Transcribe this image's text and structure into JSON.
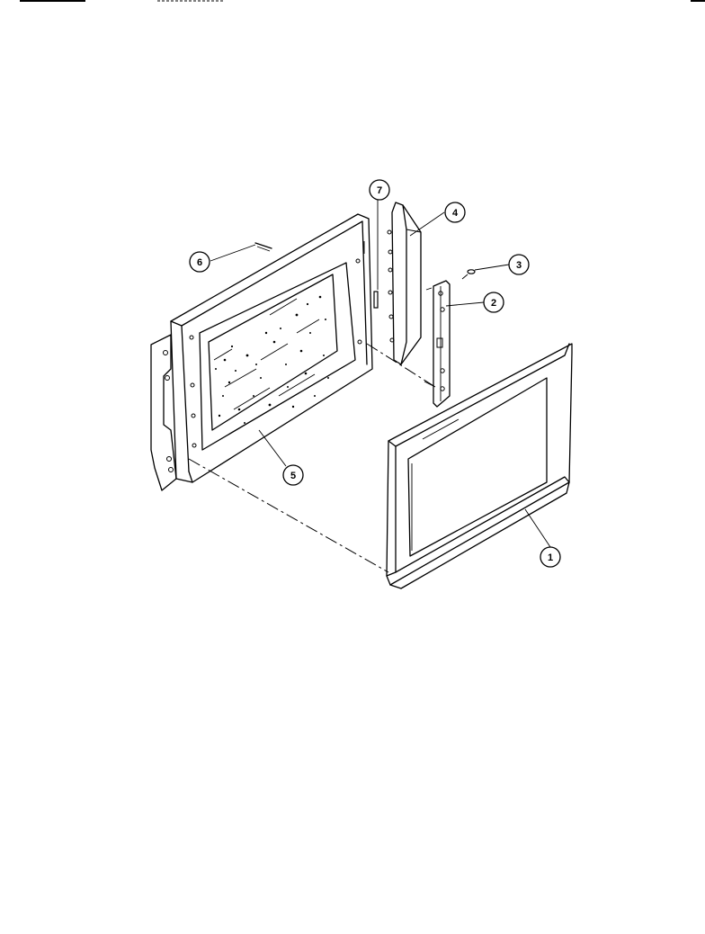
{
  "header": {
    "fragment": "..."
  },
  "callouts": [
    {
      "id": "1",
      "label": "1"
    },
    {
      "id": "2",
      "label": "2"
    },
    {
      "id": "3",
      "label": "3"
    },
    {
      "id": "4",
      "label": "4"
    },
    {
      "id": "5",
      "label": "5"
    },
    {
      "id": "6",
      "label": "6"
    },
    {
      "id": "7",
      "label": "7"
    }
  ],
  "colors": {
    "ink": "#000000",
    "paper": "#ffffff"
  }
}
